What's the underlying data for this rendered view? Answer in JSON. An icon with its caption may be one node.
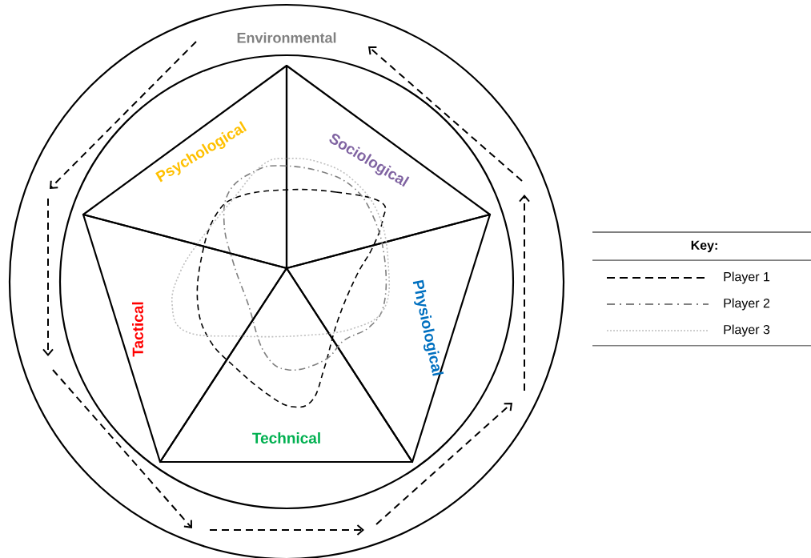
{
  "diagram": {
    "nodes": [
      {
        "text": [
          "Environmental"
        ]
      },
      {
        "text": [
          "Psychological"
        ],
        "in": 0
      },
      {
        "text": [
          "Sociological"
        ],
        "in": 0
      },
      {
        "text": [
          "Physiological"
        ],
        "in": 0
      },
      {
        "text": [
          "Tactical"
        ],
        "in": 0
      },
      {
        "text": [
          "Technical"
        ],
        "in": 0
      }
    ],
    "edges": [],
    "labels": [
      "Key:"
    ],
    "legend": [
      {
        "text": "Player 1"
      },
      {
        "text": "Player 2"
      },
      {
        "text": "Player 3"
      }
    ]
  }
}
